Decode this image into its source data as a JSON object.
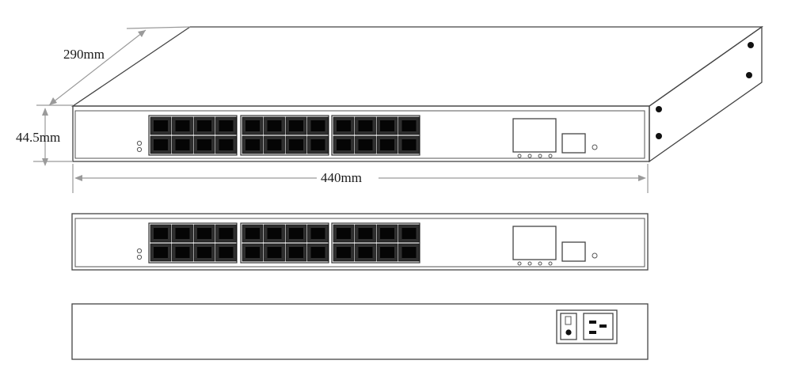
{
  "dimensions": {
    "depth": "290mm",
    "height": "44.5mm",
    "width": "440mm"
  },
  "colors": {
    "outline": "#444444",
    "port_fill": "#2f2f2f",
    "port_socket": "#050505",
    "dimension_line": "#9a9a9a",
    "background": "#ffffff"
  },
  "device": {
    "port_groups": 3,
    "ports_per_group": 8,
    "port_rows": 2,
    "front_leds": 2,
    "sfp_leds": 4,
    "power_inlet_icon": "iec-power-socket-icon",
    "power_switch_icon": "power-switch-icon"
  }
}
